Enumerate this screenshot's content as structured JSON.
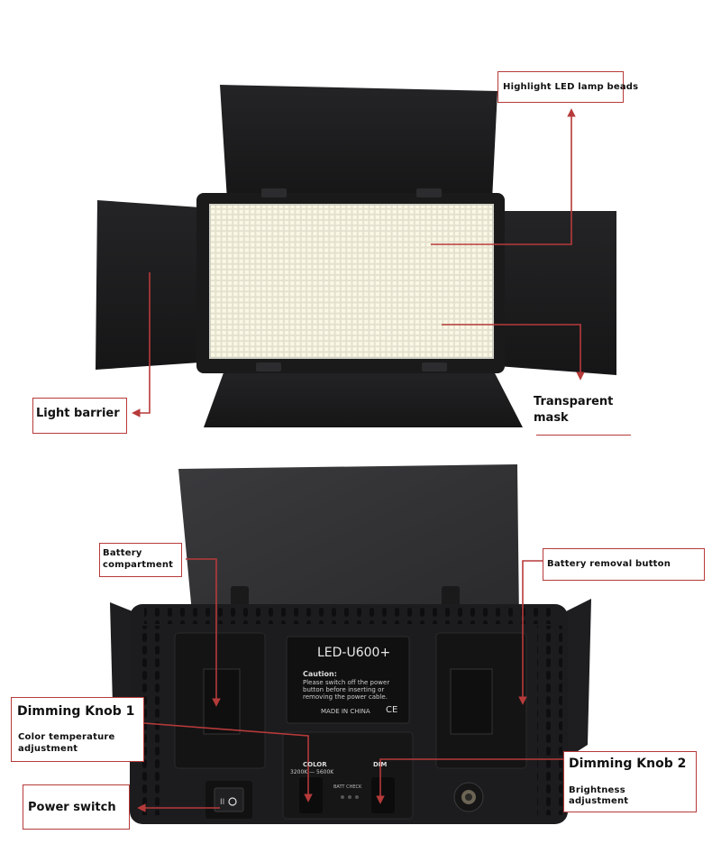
{
  "callouts": {
    "highlight_led": "Highlight LED lamp beads",
    "light_barrier": "Light barrier",
    "transparent_mask_1": "Transparent",
    "transparent_mask_2": "mask",
    "battery_compartment_1": "Battery",
    "battery_compartment_2": "compartment",
    "battery_removal": "Battery removal button",
    "dimming_knob_1": "Dimming Knob 1",
    "color_temp_1": "Color temperature",
    "color_temp_2": "adjustment",
    "power_switch": "Power switch",
    "dimming_knob_2": "Dimming Knob 2",
    "brightness_1": "Brightness",
    "brightness_2": "adjustment"
  },
  "device_panel": {
    "model": "LED-U600+",
    "caution_title": "Caution:",
    "caution_line1": "Please switch off the power",
    "caution_line2": "button before inserting or",
    "caution_line3": "removing the power cable.",
    "made_in": "MADE IN CHINA",
    "ce_mark": "CE",
    "color_label": "COLOR",
    "color_range": "3200K — 5600K",
    "dim_label": "DIM",
    "batt_check": "BATT CHECK"
  },
  "colors": {
    "accent_red": "#b73a3a",
    "body_black": "#1c1c1e",
    "led_panel": "#efeedd"
  }
}
